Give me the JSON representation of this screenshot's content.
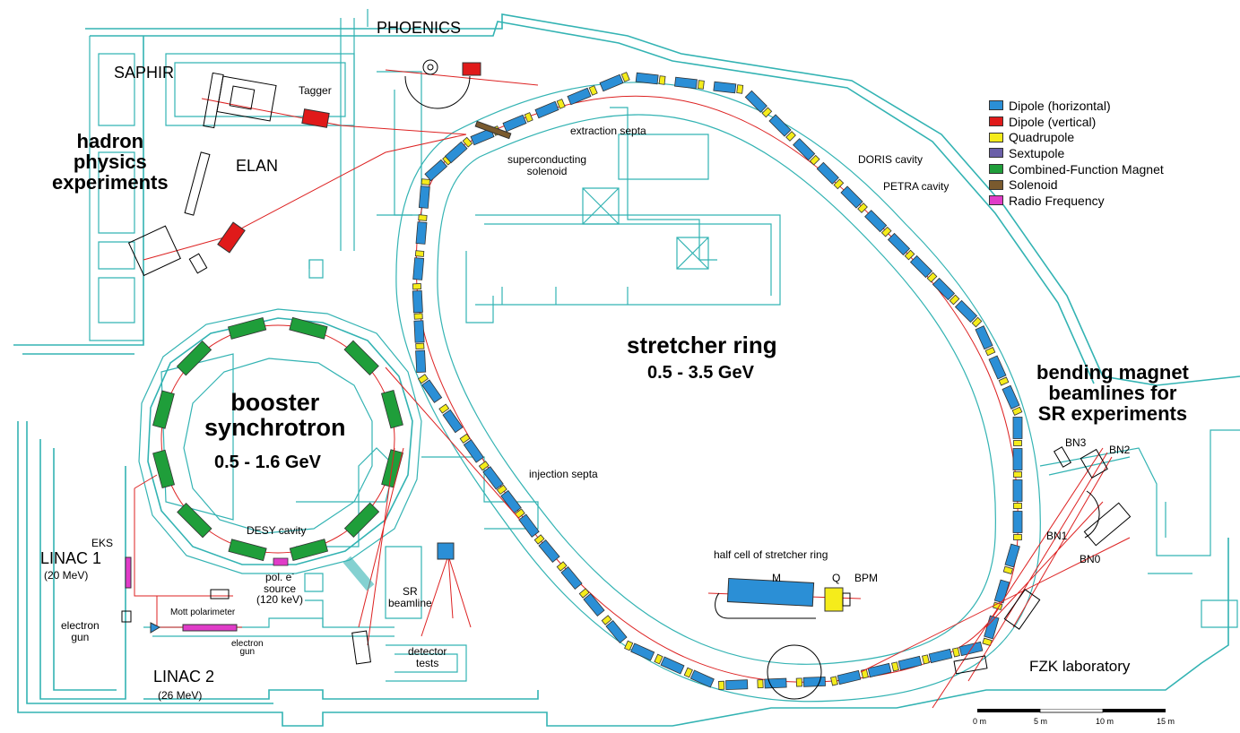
{
  "labels": {
    "phoenics": "PHOENICS",
    "saphir": "SAPHIR",
    "tagger": "Tagger",
    "hadron": [
      "hadron",
      "physics",
      "experiments"
    ],
    "elan": "ELAN",
    "extraction_septa": "extraction septa",
    "sc_solenoid": [
      "superconducting",
      "solenoid"
    ],
    "doris": "DORIS cavity",
    "petra": "PETRA cavity",
    "stretcher_title": "stretcher ring",
    "stretcher_energy": "0.5 - 3.5 GeV",
    "booster": [
      "booster",
      "synchrotron"
    ],
    "booster_energy": "0.5 - 1.6 GeV",
    "bending": [
      "bending magnet",
      "beamlines for",
      "SR experiments"
    ],
    "injection_septa": "injection septa",
    "desy": "DESY cavity",
    "pol_source": [
      "pol. e",
      "source",
      "(120 keV)"
    ],
    "pol_sup": "-",
    "eks": "EKS",
    "linac1": "LINAC 1",
    "linac1_e": "(20 MeV)",
    "mott": "Mott polarimeter",
    "egun1": [
      "electron",
      "gun"
    ],
    "egun2": [
      "electron",
      "gun"
    ],
    "linac2": "LINAC 2",
    "linac2_e": "(26 MeV)",
    "sr_beamline": [
      "SR",
      "beamline"
    ],
    "detector": [
      "detector",
      "tests"
    ],
    "half_cell": "half cell of stretcher ring",
    "M": "M",
    "Q": "Q",
    "BPM": "BPM",
    "bn3": "BN3",
    "bn2": "BN2",
    "bn1": "BN1",
    "bn0": "BN0",
    "fzk": "FZK  laboratory"
  },
  "legend": [
    {
      "label": "Dipole (horizontal)",
      "color": "#2b8fd6"
    },
    {
      "label": "Dipole (vertical)",
      "color": "#e01a1a"
    },
    {
      "label": "Quadrupole",
      "color": "#f5ec1b"
    },
    {
      "label": "Sextupole",
      "color": "#6a5fa8"
    },
    {
      "label": "Combined-Function Magnet",
      "color": "#1f9e3a"
    },
    {
      "label": "Solenoid",
      "color": "#7a5a2e"
    },
    {
      "label": "Radio Frequency",
      "color": "#e03cc8"
    }
  ],
  "scale": {
    "ticks": [
      "0 m",
      "5 m",
      "10 m",
      "15 m"
    ]
  },
  "colors": {
    "wall": "#33b3b3",
    "beam": "#dd2222"
  }
}
